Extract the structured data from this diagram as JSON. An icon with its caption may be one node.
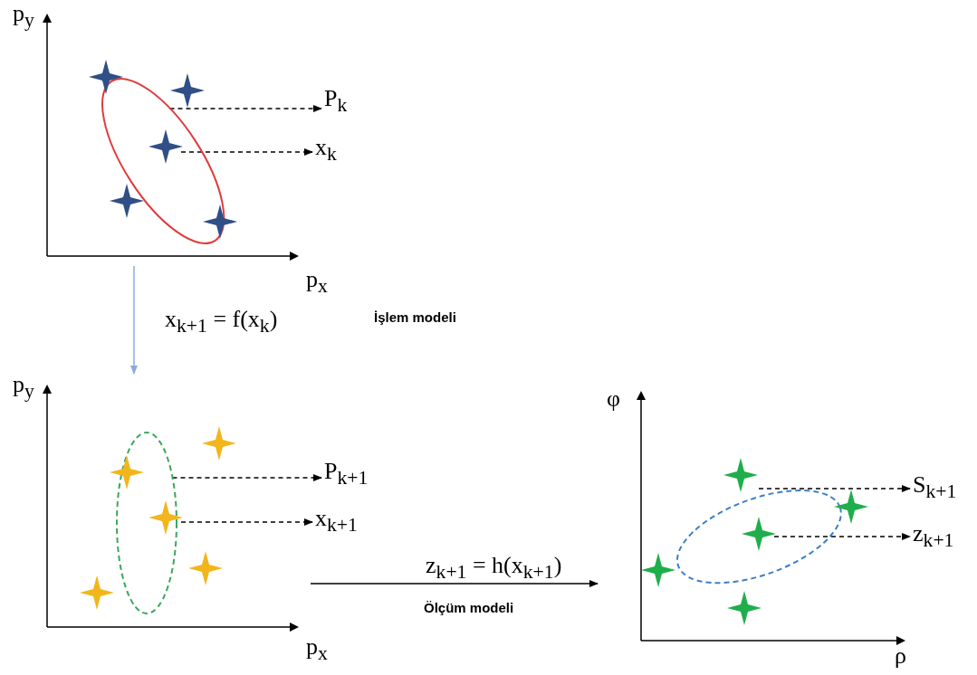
{
  "diagram": {
    "nodes": [
      {
        "text": [],
        "shape": "picture"
      },
      {
        "text": [],
        "shape": "ellipse",
        "in": 0
      },
      {
        "text": [],
        "shape": "star",
        "in": 1
      },
      {
        "text": [],
        "shape": "star",
        "in": 0
      },
      {
        "text": [],
        "shape": "star",
        "in": 0
      },
      {
        "text": [],
        "shape": "star",
        "in": 0
      },
      {
        "text": [],
        "shape": "star",
        "in": 0
      },
      {
        "text": [
          "P$_{k}$"
        ]
      },
      {
        "text": [
          "x$_{k}$"
        ]
      },
      {
        "text": [],
        "shape": "picture"
      },
      {
        "text": [],
        "shape": "ellipse",
        "in": 9
      },
      {
        "text": [],
        "shape": "star",
        "in": 10
      },
      {
        "text": [],
        "shape": "star",
        "in": 9
      },
      {
        "text": [],
        "shape": "star",
        "in": 9
      },
      {
        "text": [],
        "shape": "star",
        "in": 9
      },
      {
        "text": [],
        "shape": "star",
        "in": 9
      },
      {
        "text": [
          "P$_{k+1}$"
        ]
      },
      {
        "text": [
          "x$_{k+1}$"
        ]
      },
      {
        "text": [],
        "shape": "picture"
      },
      {
        "text": [],
        "shape": "ellipse",
        "in": 18
      },
      {
        "text": [],
        "shape": "star",
        "in": 19
      },
      {
        "text": [],
        "shape": "star",
        "in": 18
      },
      {
        "text": [],
        "shape": "star",
        "in": 18
      },
      {
        "text": [],
        "shape": "star",
        "in": 18
      },
      {
        "text": [],
        "shape": "star",
        "in": 18
      },
      {
        "text": [
          "S$_{k+1}$"
        ]
      },
      {
        "text": [
          "z$_{k+1}$"
        ]
      }
    ],
    "edges": [
      {
        "from": 1,
        "to": 7,
        "arrow": "to",
        "style": "dashed"
      },
      {
        "from": 2,
        "to": 8,
        "arrow": "to",
        "style": "dashed"
      },
      {
        "from": 0,
        "to": 9,
        "arrow": "to",
        "label": "x$_{k+1}$ = f(x$_{k}$)",
        "color": "#8eaadb"
      },
      {
        "from": 10,
        "to": 16,
        "arrow": "to",
        "style": "dashed"
      },
      {
        "from": 11,
        "to": 17,
        "arrow": "to",
        "style": "dashed"
      },
      {
        "from": 9,
        "to": 18,
        "arrow": "to",
        "label": "z$_{k+1}$ = h(x$_{k+1}$)"
      },
      {
        "from": 19,
        "to": 25,
        "arrow": "to",
        "style": "dashed"
      },
      {
        "from": 20,
        "to": 26,
        "arrow": "to",
        "style": "dashed"
      }
    ],
    "labels": [
      "p$_{y}$",
      "p$_{x}$",
      "İşlem modeli",
      "p$_{y}$",
      "φ",
      "Ölçüm modeli",
      "p$_{x}$",
      "ρ"
    ]
  }
}
